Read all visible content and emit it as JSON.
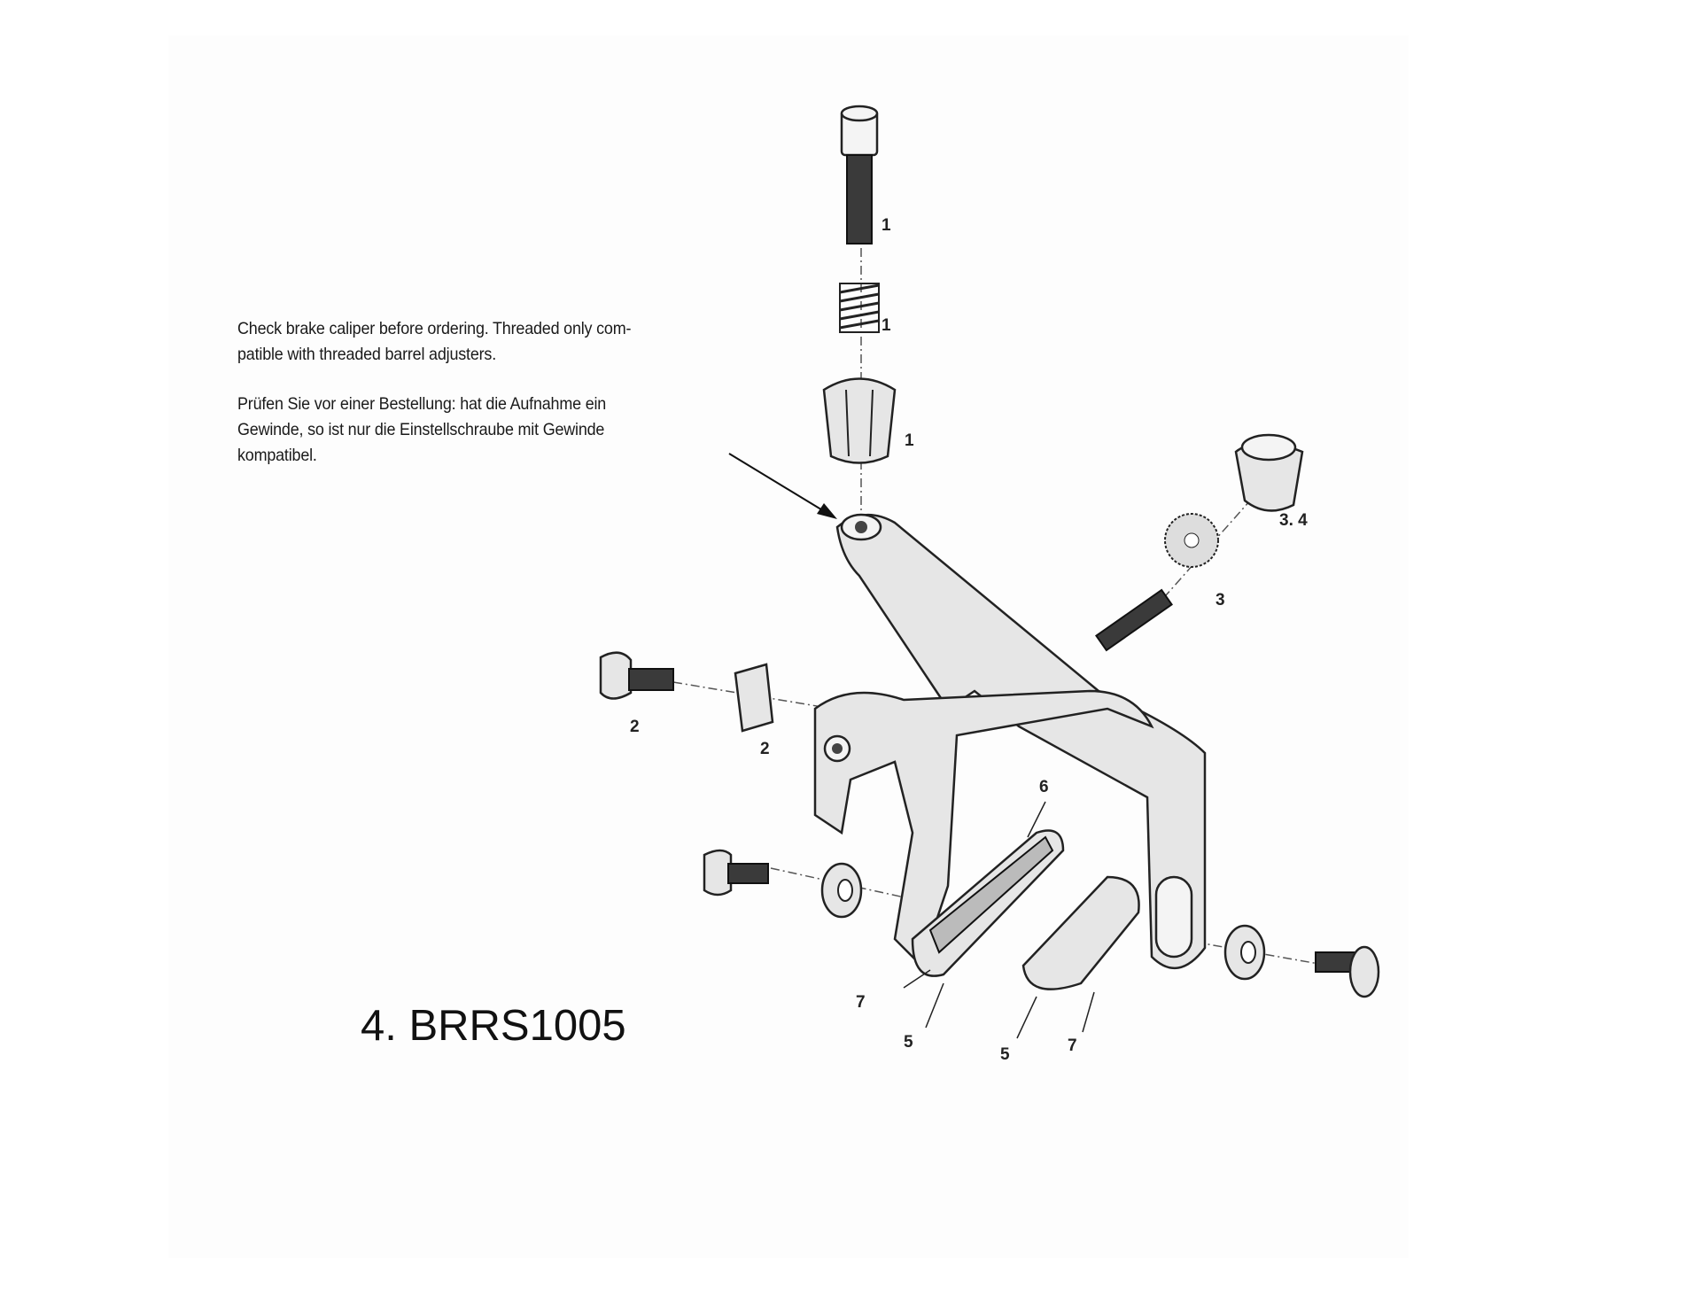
{
  "notes": {
    "english": [
      "Check brake caliper before ordering. Threaded only com-",
      "patible with threaded barrel adjusters."
    ],
    "german": [
      "Prüfen Sie vor einer Bestellung: hat die Aufnahme ein",
      "Gewinde, so ist nur die Einstellschraube mit Gewinde",
      "kompatibel."
    ]
  },
  "title": "4. BRRS1005",
  "callouts": {
    "barrel_bolt": "1",
    "spring": "1",
    "barrel_nut": "1",
    "mount_nut": "3. 4",
    "serrated_washer": "3",
    "pivot_bolt": "2",
    "cable_clamp": "2",
    "pad_insert": "6",
    "shoe_left": "7",
    "pad_left": "5",
    "pad_right": "5",
    "shoe_right": "7"
  }
}
